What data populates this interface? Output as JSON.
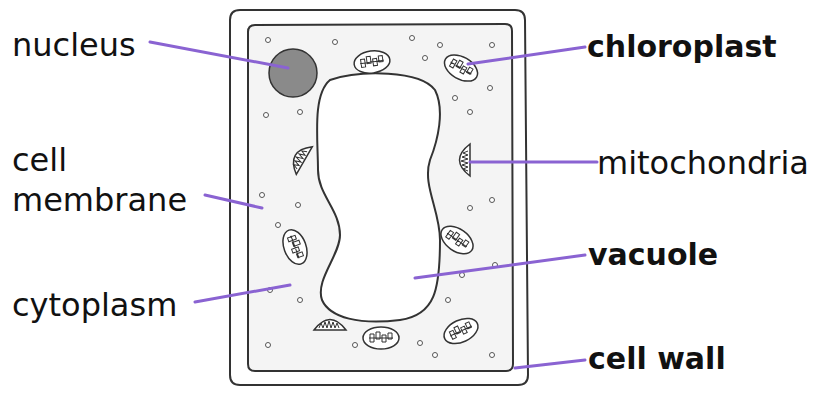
{
  "diagram": {
    "labels": [
      "nucleus",
      "cell membrane",
      "cytoplasm",
      "chloroplast",
      "mitochondria",
      "vacuole",
      "cell wall"
    ]
  }
}
